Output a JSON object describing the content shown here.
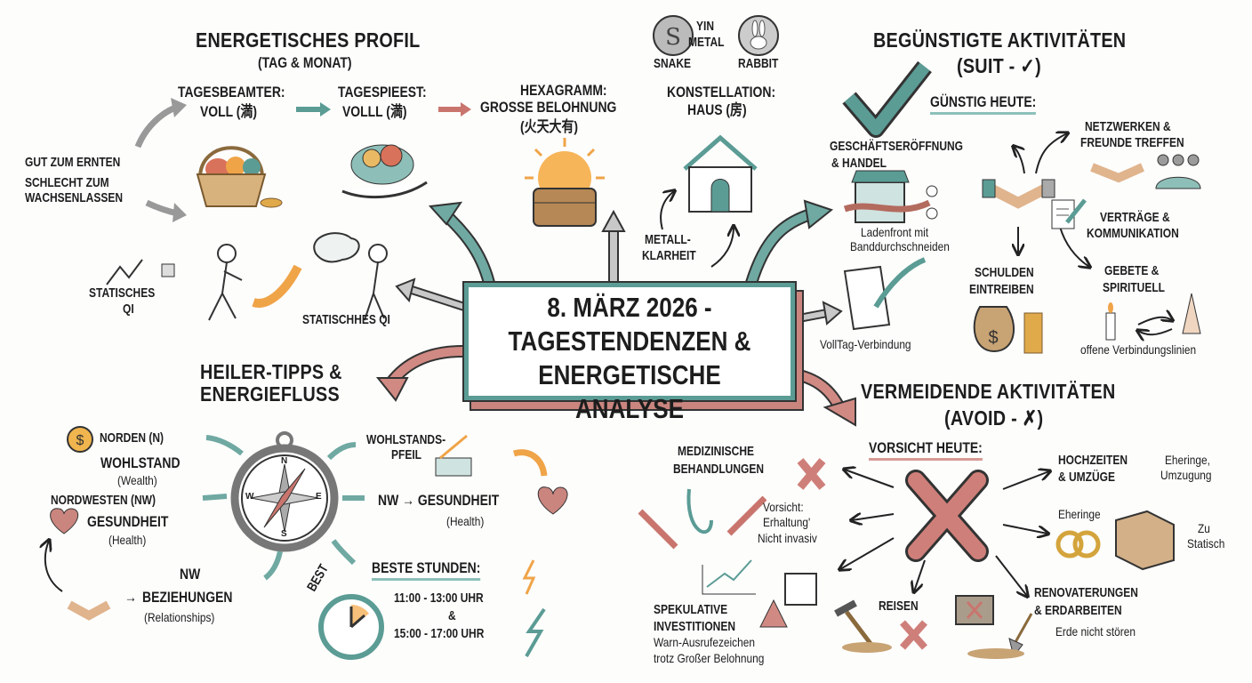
{
  "center": {
    "line1": "8. MÄRZ 2026 -",
    "line2": "TAGESTENDENZEN &",
    "line3": "ENERGETISCHE ANALYSE"
  },
  "profile": {
    "title": "ENERGETISCHES PROFIL",
    "subtitle": "(TAG & MONAT)",
    "officer_label": "TAGESBEAMTER:",
    "officer_value": "VOLL (満)",
    "priest_label": "TAGESPIEEST:",
    "priest_value": "VOLLL (満)",
    "hexagram_label": "HEXAGRAMM:",
    "hexagram_value": "GROSSE BELOHNUNG",
    "hexagram_chinese": "(火天大有)",
    "zodiac_yin": "YIN",
    "zodiac_metal": "METAL",
    "zodiac_snake": "SNAKE",
    "zodiac_rabbit": "RABBIT",
    "constellation_label": "KONSTELLATION:",
    "constellation_value": "HAUS (房)",
    "metal_clarity": [
      "METALL-",
      "KLARHEIT"
    ],
    "good_harvest": "GUT ZUM ERNTEN",
    "bad_growing": [
      "SCHLECHT ZUM",
      "WACHSENLASSEN"
    ],
    "static_qi_1": [
      "STATISCHES",
      "QI"
    ],
    "static_qi_2": "STATISCHHES QI"
  },
  "suit": {
    "title": "BEGÜNSTIGTE AKTIVITÄTEN",
    "subtitle": "(SUIT - ✓)",
    "heading": "GÜNSTIG HEUTE:",
    "business": [
      "GESCHÄFTSERÖFFNUNG",
      "& HANDEL"
    ],
    "business_note": [
      "Ladenfront mit",
      "Banddurchschneiden"
    ],
    "networking": [
      "NETZWERKEN &",
      "FREUNDE TREFFEN"
    ],
    "contracts": [
      "VERTRÄGE &",
      "KOMMUNIKATION"
    ],
    "debts": [
      "SCHULDEN",
      "EINTREIBEN"
    ],
    "prayer": [
      "GEBETE &",
      "SPIRITUELL"
    ],
    "full_day_note": "VollTag-Verbindung",
    "open_lines_note": "offene Verbindungslinien"
  },
  "avoid": {
    "title": "VERMEIDENDE AKTIVITÄTEN",
    "subtitle": "(AVOID - ✗)",
    "heading": "VORSICHT HEUTE:",
    "medical": [
      "MEDIZINISCHE",
      "BEHANDLUNGEN"
    ],
    "medical_note": [
      "Vorsicht:",
      "Erhaltung'",
      "Nicht invasiv"
    ],
    "weddings": [
      "HOCHZEITEN",
      "& UMZÜGE"
    ],
    "weddings_note": [
      "Eheringe,",
      "Umzugung"
    ],
    "rings_label": "Eheringe",
    "too_static": [
      "Zu",
      "Statisch"
    ],
    "speculative": [
      "SPEKULATIVE",
      "INVESTITIONEN"
    ],
    "speculative_note": [
      "Warn-Ausrufezeichen",
      "trotz Großer Belohnung"
    ],
    "travel": "REISEN",
    "renovation": [
      "RENOVATERUNGEN",
      "& ERDARBEITEN"
    ],
    "renovation_note": "Erde nicht stören"
  },
  "healer": {
    "title": [
      "HEILER-TIPPS &",
      "ENERGIEFLUSS"
    ],
    "north": "NORDEN (N)",
    "wealth": "WOHLSTAND",
    "wealth_en": "(Wealth)",
    "northwest": "NORDWESTEN (NW)",
    "health": "GESUNDHEIT",
    "health_en": "(Health)",
    "nw": "NW",
    "relationships": "BEZIEHUNGEN",
    "relationships_en": "(Relationships)",
    "wealth_arrow": [
      "WOHLSTANDS-",
      "PFEIL"
    ],
    "nw_health": "NW → GESUNDHEIT",
    "nw_health_en": "(Health)",
    "compass_n": "N",
    "compass_s": "S",
    "compass_e": "E",
    "compass_w": "W",
    "best_label": "BEST",
    "best_hours_title": "BESTE STUNDEN:",
    "hours_1": "11:00 - 13:00 UHR",
    "hours_amp": "&",
    "hours_2": "15:00 - 17:00 UHR",
    "arrow_text": "→"
  },
  "colors": {
    "teal": "#5b9c95",
    "red": "#c9756e",
    "orange": "#f0a448",
    "gray": "#9b9b9b",
    "ink": "#1d1d1d"
  }
}
